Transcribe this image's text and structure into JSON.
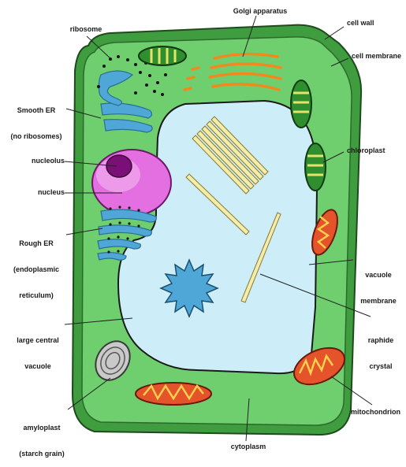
{
  "labels": {
    "ribosome": "ribosome",
    "golgi": "Golgi apparatus",
    "cell_wall": "cell wall",
    "cell_membrane": "cell membrane",
    "smooth_er_1": "Smooth ER",
    "smooth_er_2": "(no ribosomes)",
    "chloroplast": "chloroplast",
    "nucleolus": "nucleolus",
    "nucleus": "nucleus",
    "rough_er_1": "Rough ER",
    "rough_er_2": "(endoplasmic",
    "rough_er_3": "reticulum)",
    "vacuole_membrane_1": "vacuole",
    "vacuole_membrane_2": "membrane",
    "large_vacuole_1": "large central",
    "large_vacuole_2": "vacuole",
    "raphide_1": "raphide",
    "raphide_2": "crystal",
    "amyloplast_1": "amyloplast",
    "amyloplast_2": "(starch grain)",
    "mitochondrion": "mitochondrion",
    "cytoplasm": "cytoplasm"
  },
  "colors": {
    "cell_wall": "#3f9c3f",
    "cytoplasm": "#6fcf6f",
    "vacuole": "#cdeef8",
    "nucleus": "#e46fe0",
    "nucleolus": "#7a0f77",
    "er": "#4ea7d6",
    "golgi": "#f08a1f",
    "chloroplast": "#2f8f2f",
    "mitochondrion": "#e5532b",
    "crystal": "#f4ecaa",
    "leader_line": "#222222"
  }
}
